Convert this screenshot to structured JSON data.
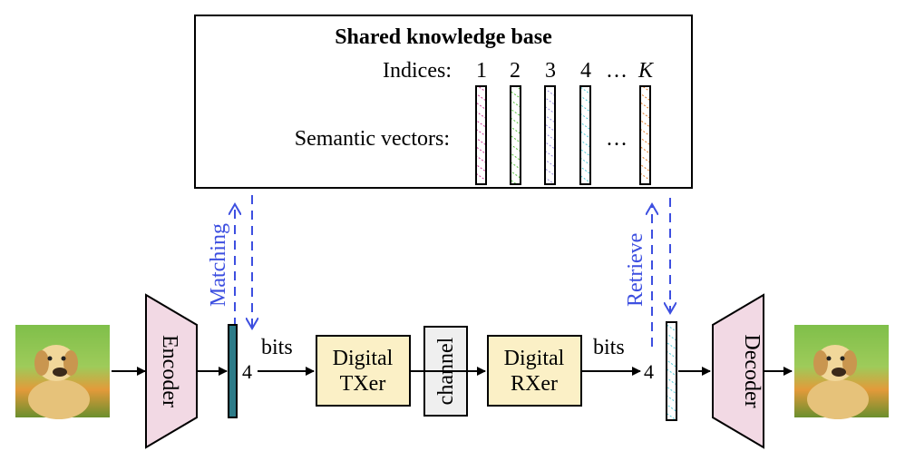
{
  "knowledge_base": {
    "title": "Shared knowledge base",
    "indices_label": "Indices:",
    "indices": [
      "1",
      "2",
      "3",
      "4",
      "K"
    ],
    "ellipsis": "…",
    "vectors_label": "Semantic vectors:",
    "vectors": [
      {
        "index": "1",
        "color": "#cc3f9b"
      },
      {
        "index": "2",
        "color": "#55c23a"
      },
      {
        "index": "3",
        "color": "#9b8fe0"
      },
      {
        "index": "4",
        "color": "#4fc9d6"
      },
      {
        "index": "K",
        "color": "#e07b2a"
      }
    ]
  },
  "arrows": {
    "matching_label": "Matching",
    "retrieve_label": "Retrieve"
  },
  "pipeline": {
    "encoder_label": "Encoder",
    "decoder_label": "Decoder",
    "tx_label": [
      "Digital",
      "TXer"
    ],
    "rx_label": [
      "Digital",
      "RXer"
    ],
    "channel_label": "channel",
    "bits_label_left": "bits",
    "bits_label_right": "bits",
    "index_value_left": "4",
    "index_value_right": "4",
    "encoded_vector_color": "#2c7b88",
    "decoded_vector_color": "#4fc9d6"
  },
  "colors": {
    "accent_blue": "#3d4fe0",
    "encoder_fill": "#f2d9e4",
    "digital_fill": "#fbf0c6",
    "channel_fill": "#efefef"
  },
  "images": {
    "input_image": "puppy-photo",
    "output_image": "puppy-photo"
  }
}
